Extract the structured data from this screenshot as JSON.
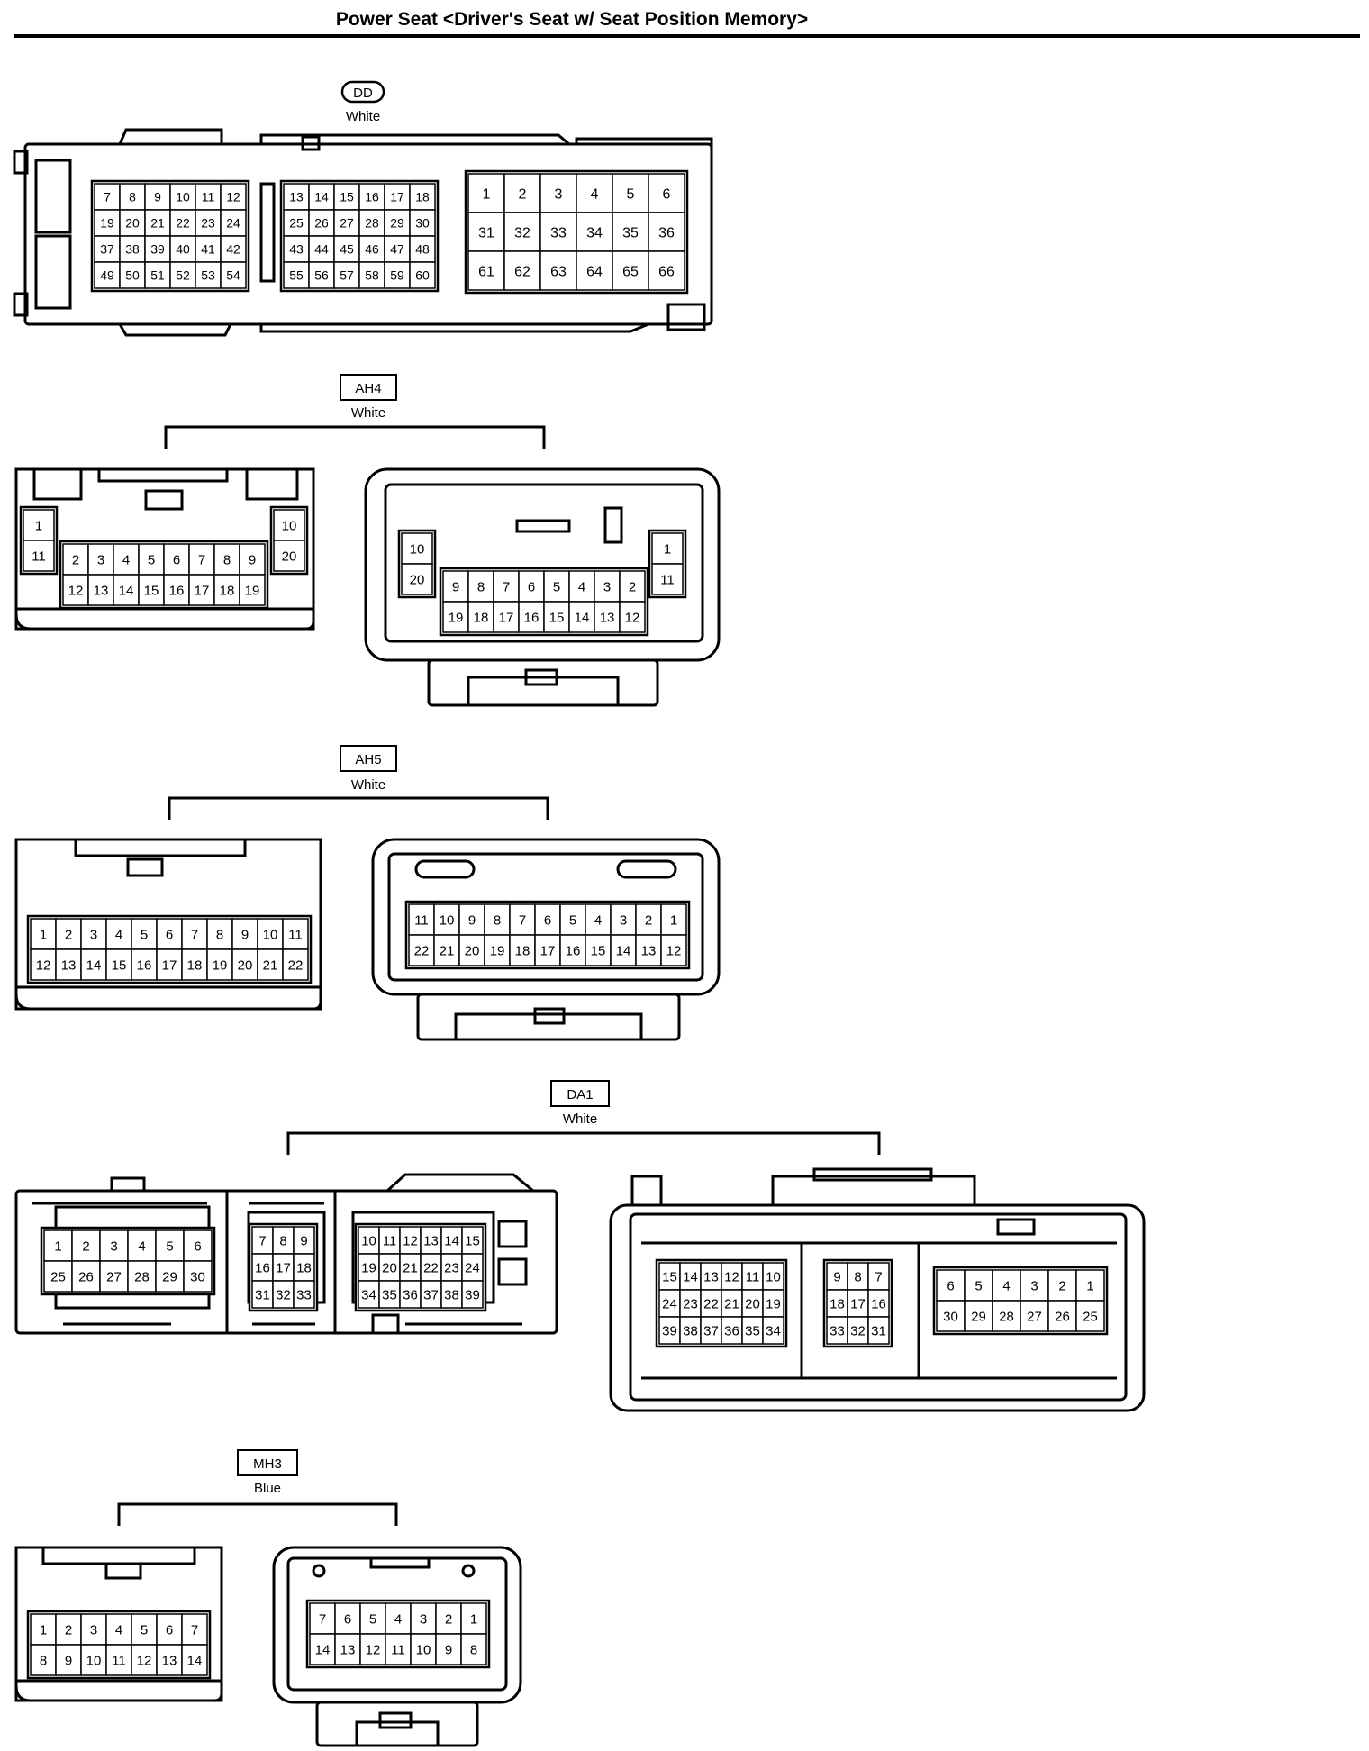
{
  "title": "Power Seat <Driver's Seat w/ Seat Position Memory>",
  "connectors": [
    {
      "id": "DD",
      "color": "White",
      "badge": "rounded",
      "views": [
        {
          "blocks": [
            {
              "rows": [
                [
                  "7",
                  "8",
                  "9",
                  "10",
                  "11",
                  "12"
                ],
                [
                  "19",
                  "20",
                  "21",
                  "22",
                  "23",
                  "24"
                ],
                [
                  "37",
                  "38",
                  "39",
                  "40",
                  "41",
                  "42"
                ],
                [
                  "49",
                  "50",
                  "51",
                  "52",
                  "53",
                  "54"
                ]
              ]
            },
            {
              "rows": [
                [
                  "13",
                  "14",
                  "15",
                  "16",
                  "17",
                  "18"
                ],
                [
                  "25",
                  "26",
                  "27",
                  "28",
                  "29",
                  "30"
                ],
                [
                  "43",
                  "44",
                  "45",
                  "46",
                  "47",
                  "48"
                ],
                [
                  "55",
                  "56",
                  "57",
                  "58",
                  "59",
                  "60"
                ]
              ]
            },
            {
              "rows": [
                [
                  "1",
                  "2",
                  "3",
                  "4",
                  "5",
                  "6"
                ],
                [
                  "31",
                  "32",
                  "33",
                  "34",
                  "35",
                  "36"
                ],
                [
                  "61",
                  "62",
                  "63",
                  "64",
                  "65",
                  "66"
                ]
              ]
            }
          ]
        }
      ]
    },
    {
      "id": "AH4",
      "color": "White",
      "badge": "box",
      "views": [
        {
          "blocks": [
            {
              "rows": [
                [
                  "1"
                ],
                [
                  "11"
                ]
              ]
            },
            {
              "rows": [
                [
                  "2",
                  "3",
                  "4",
                  "5",
                  "6",
                  "7",
                  "8",
                  "9"
                ],
                [
                  "12",
                  "13",
                  "14",
                  "15",
                  "16",
                  "17",
                  "18",
                  "19"
                ]
              ]
            },
            {
              "rows": [
                [
                  "10"
                ],
                [
                  "20"
                ]
              ]
            }
          ]
        },
        {
          "blocks": [
            {
              "rows": [
                [
                  "10"
                ],
                [
                  "20"
                ]
              ]
            },
            {
              "rows": [
                [
                  "9",
                  "8",
                  "7",
                  "6",
                  "5",
                  "4",
                  "3",
                  "2"
                ],
                [
                  "19",
                  "18",
                  "17",
                  "16",
                  "15",
                  "14",
                  "13",
                  "12"
                ]
              ]
            },
            {
              "rows": [
                [
                  "1"
                ],
                [
                  "11"
                ]
              ]
            }
          ]
        }
      ]
    },
    {
      "id": "AH5",
      "color": "White",
      "badge": "box",
      "views": [
        {
          "blocks": [
            {
              "rows": [
                [
                  "1",
                  "2",
                  "3",
                  "4",
                  "5",
                  "6",
                  "7",
                  "8",
                  "9",
                  "10",
                  "11"
                ],
                [
                  "12",
                  "13",
                  "14",
                  "15",
                  "16",
                  "17",
                  "18",
                  "19",
                  "20",
                  "21",
                  "22"
                ]
              ]
            }
          ]
        },
        {
          "blocks": [
            {
              "rows": [
                [
                  "11",
                  "10",
                  "9",
                  "8",
                  "7",
                  "6",
                  "5",
                  "4",
                  "3",
                  "2",
                  "1"
                ],
                [
                  "22",
                  "21",
                  "20",
                  "19",
                  "18",
                  "17",
                  "16",
                  "15",
                  "14",
                  "13",
                  "12"
                ]
              ]
            }
          ]
        }
      ]
    },
    {
      "id": "DA1",
      "color": "White",
      "badge": "box",
      "views": [
        {
          "blocks": [
            {
              "rows": [
                [
                  "1",
                  "2",
                  "3",
                  "4",
                  "5",
                  "6"
                ],
                [
                  "25",
                  "26",
                  "27",
                  "28",
                  "29",
                  "30"
                ]
              ]
            },
            {
              "rows": [
                [
                  "7",
                  "8",
                  "9"
                ],
                [
                  "16",
                  "17",
                  "18"
                ],
                [
                  "31",
                  "32",
                  "33"
                ]
              ]
            },
            {
              "rows": [
                [
                  "10",
                  "11",
                  "12",
                  "13",
                  "14",
                  "15"
                ],
                [
                  "19",
                  "20",
                  "21",
                  "22",
                  "23",
                  "24"
                ],
                [
                  "34",
                  "35",
                  "36",
                  "37",
                  "38",
                  "39"
                ]
              ]
            }
          ]
        },
        {
          "blocks": [
            {
              "rows": [
                [
                  "15",
                  "14",
                  "13",
                  "12",
                  "11",
                  "10"
                ],
                [
                  "24",
                  "23",
                  "22",
                  "21",
                  "20",
                  "19"
                ],
                [
                  "39",
                  "38",
                  "37",
                  "36",
                  "35",
                  "34"
                ]
              ]
            },
            {
              "rows": [
                [
                  "9",
                  "8",
                  "7"
                ],
                [
                  "18",
                  "17",
                  "16"
                ],
                [
                  "33",
                  "32",
                  "31"
                ]
              ]
            },
            {
              "rows": [
                [
                  "6",
                  "5",
                  "4",
                  "3",
                  "2",
                  "1"
                ],
                [
                  "30",
                  "29",
                  "28",
                  "27",
                  "26",
                  "25"
                ]
              ]
            }
          ]
        }
      ]
    },
    {
      "id": "MH3",
      "color": "Blue",
      "badge": "box",
      "views": [
        {
          "blocks": [
            {
              "rows": [
                [
                  "1",
                  "2",
                  "3",
                  "4",
                  "5",
                  "6",
                  "7"
                ],
                [
                  "8",
                  "9",
                  "10",
                  "11",
                  "12",
                  "13",
                  "14"
                ]
              ]
            }
          ]
        },
        {
          "blocks": [
            {
              "rows": [
                [
                  "7",
                  "6",
                  "5",
                  "4",
                  "3",
                  "2",
                  "1"
                ],
                [
                  "14",
                  "13",
                  "12",
                  "11",
                  "10",
                  "9",
                  "8"
                ]
              ]
            }
          ]
        }
      ]
    }
  ]
}
